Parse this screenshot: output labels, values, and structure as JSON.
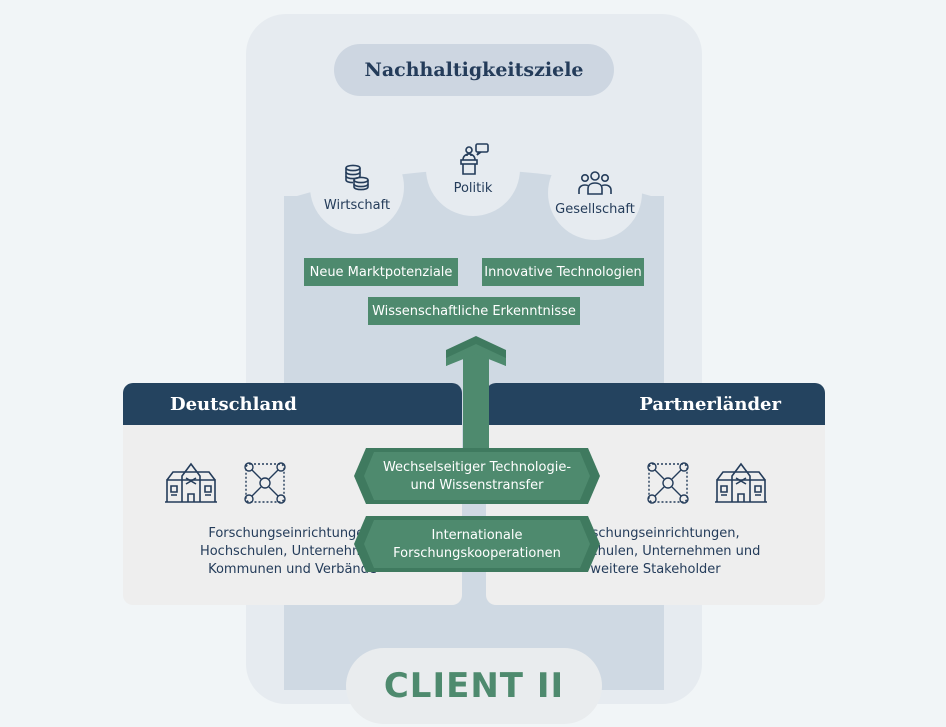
{
  "goal": "Nachhaltigkeitsziele",
  "pillars": [
    {
      "label": "Wirtschaft",
      "icon": "coins-icon"
    },
    {
      "label": "Politik",
      "icon": "podium-speaker-icon"
    },
    {
      "label": "Gesellschaft",
      "icon": "people-group-icon"
    }
  ],
  "outcomes": [
    "Neue Marktpotenziale",
    "Innovative Technologien",
    "Wissenschaftliche Erkenntnisse"
  ],
  "left": {
    "title": "Deutschland",
    "line1": "Forschungseinrichtungen,",
    "line2": "Hochschulen, Unternehmen,",
    "line3": "Kommunen und Verbände"
  },
  "right": {
    "title": "Partnerländer",
    "line1": "Forschungseinrichtungen,",
    "line2": "Hochschulen, Unternehmen und",
    "line3": "weitere Stakeholder"
  },
  "exchange": {
    "transfer_line1": "Wechselseitiger Technologie-",
    "transfer_line2": "und Wissenstransfer",
    "coop_line1": "Internationale",
    "coop_line2": "Forschungskooperationen"
  },
  "client": "CLIENT II",
  "colors": {
    "navy": "#24435f",
    "green": "#4e8a6e",
    "panel": "#cfd9e3",
    "background": "#f1f5f7"
  }
}
